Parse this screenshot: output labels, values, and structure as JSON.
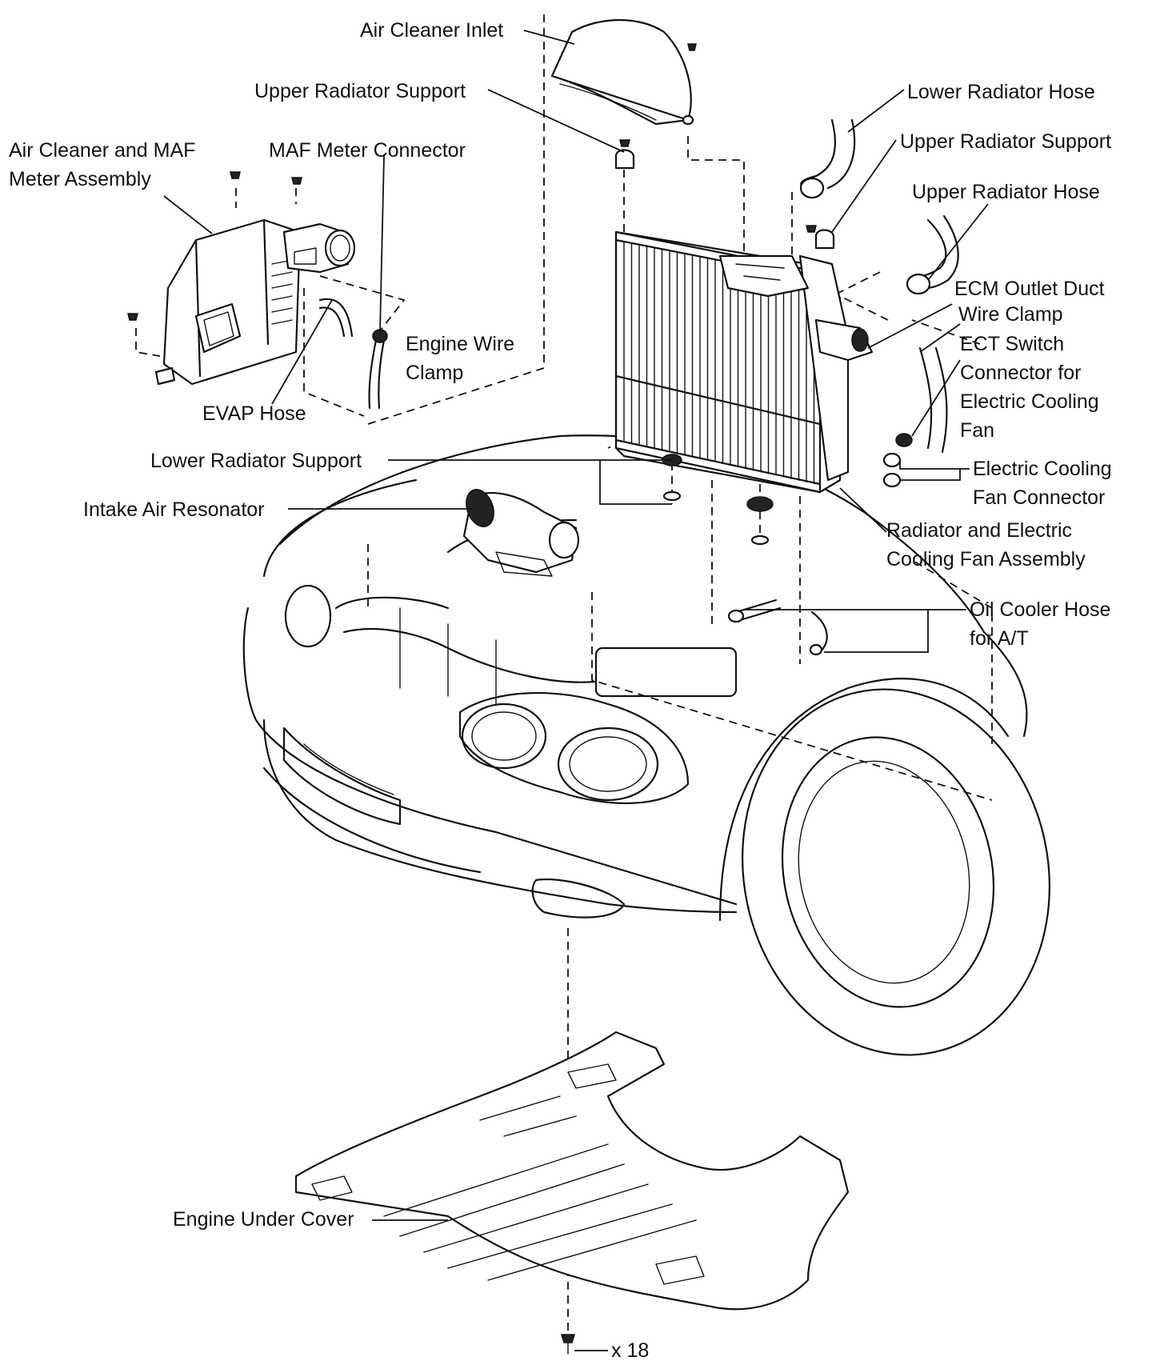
{
  "labels": {
    "air_cleaner_inlet": "Air Cleaner Inlet",
    "upper_radiator_support_left": "Upper Radiator Support",
    "air_cleaner_maf_1": "Air Cleaner and MAF",
    "air_cleaner_maf_2": "Meter Assembly",
    "maf_meter_connector": "MAF Meter Connector",
    "engine_wire_clamp_1": "Engine Wire",
    "engine_wire_clamp_2": "Clamp",
    "evap_hose": "EVAP Hose",
    "lower_radiator_support": "Lower Radiator Support",
    "intake_air_resonator": "Intake Air Resonator",
    "lower_radiator_hose": "Lower Radiator Hose",
    "upper_radiator_support_right": "Upper Radiator Support",
    "upper_radiator_hose": "Upper Radiator Hose",
    "ecm_outlet_duct": "ECM Outlet Duct",
    "wire_clamp": "Wire Clamp",
    "ect_switch_1": "ECT Switch",
    "ect_switch_2": "Connector for",
    "ect_switch_3": "Electric Cooling",
    "ect_switch_4": "Fan",
    "fan_connector_1": "Electric Cooling",
    "fan_connector_2": "Fan Connector",
    "radiator_assembly_1": "Radiator and Electric",
    "radiator_assembly_2": "Cooling Fan Assembly",
    "oil_cooler_hose_1": "Oil Cooler Hose",
    "oil_cooler_hose_2": "for A/T",
    "engine_under_cover": "Engine Under Cover",
    "bolt_count": "x 18"
  }
}
